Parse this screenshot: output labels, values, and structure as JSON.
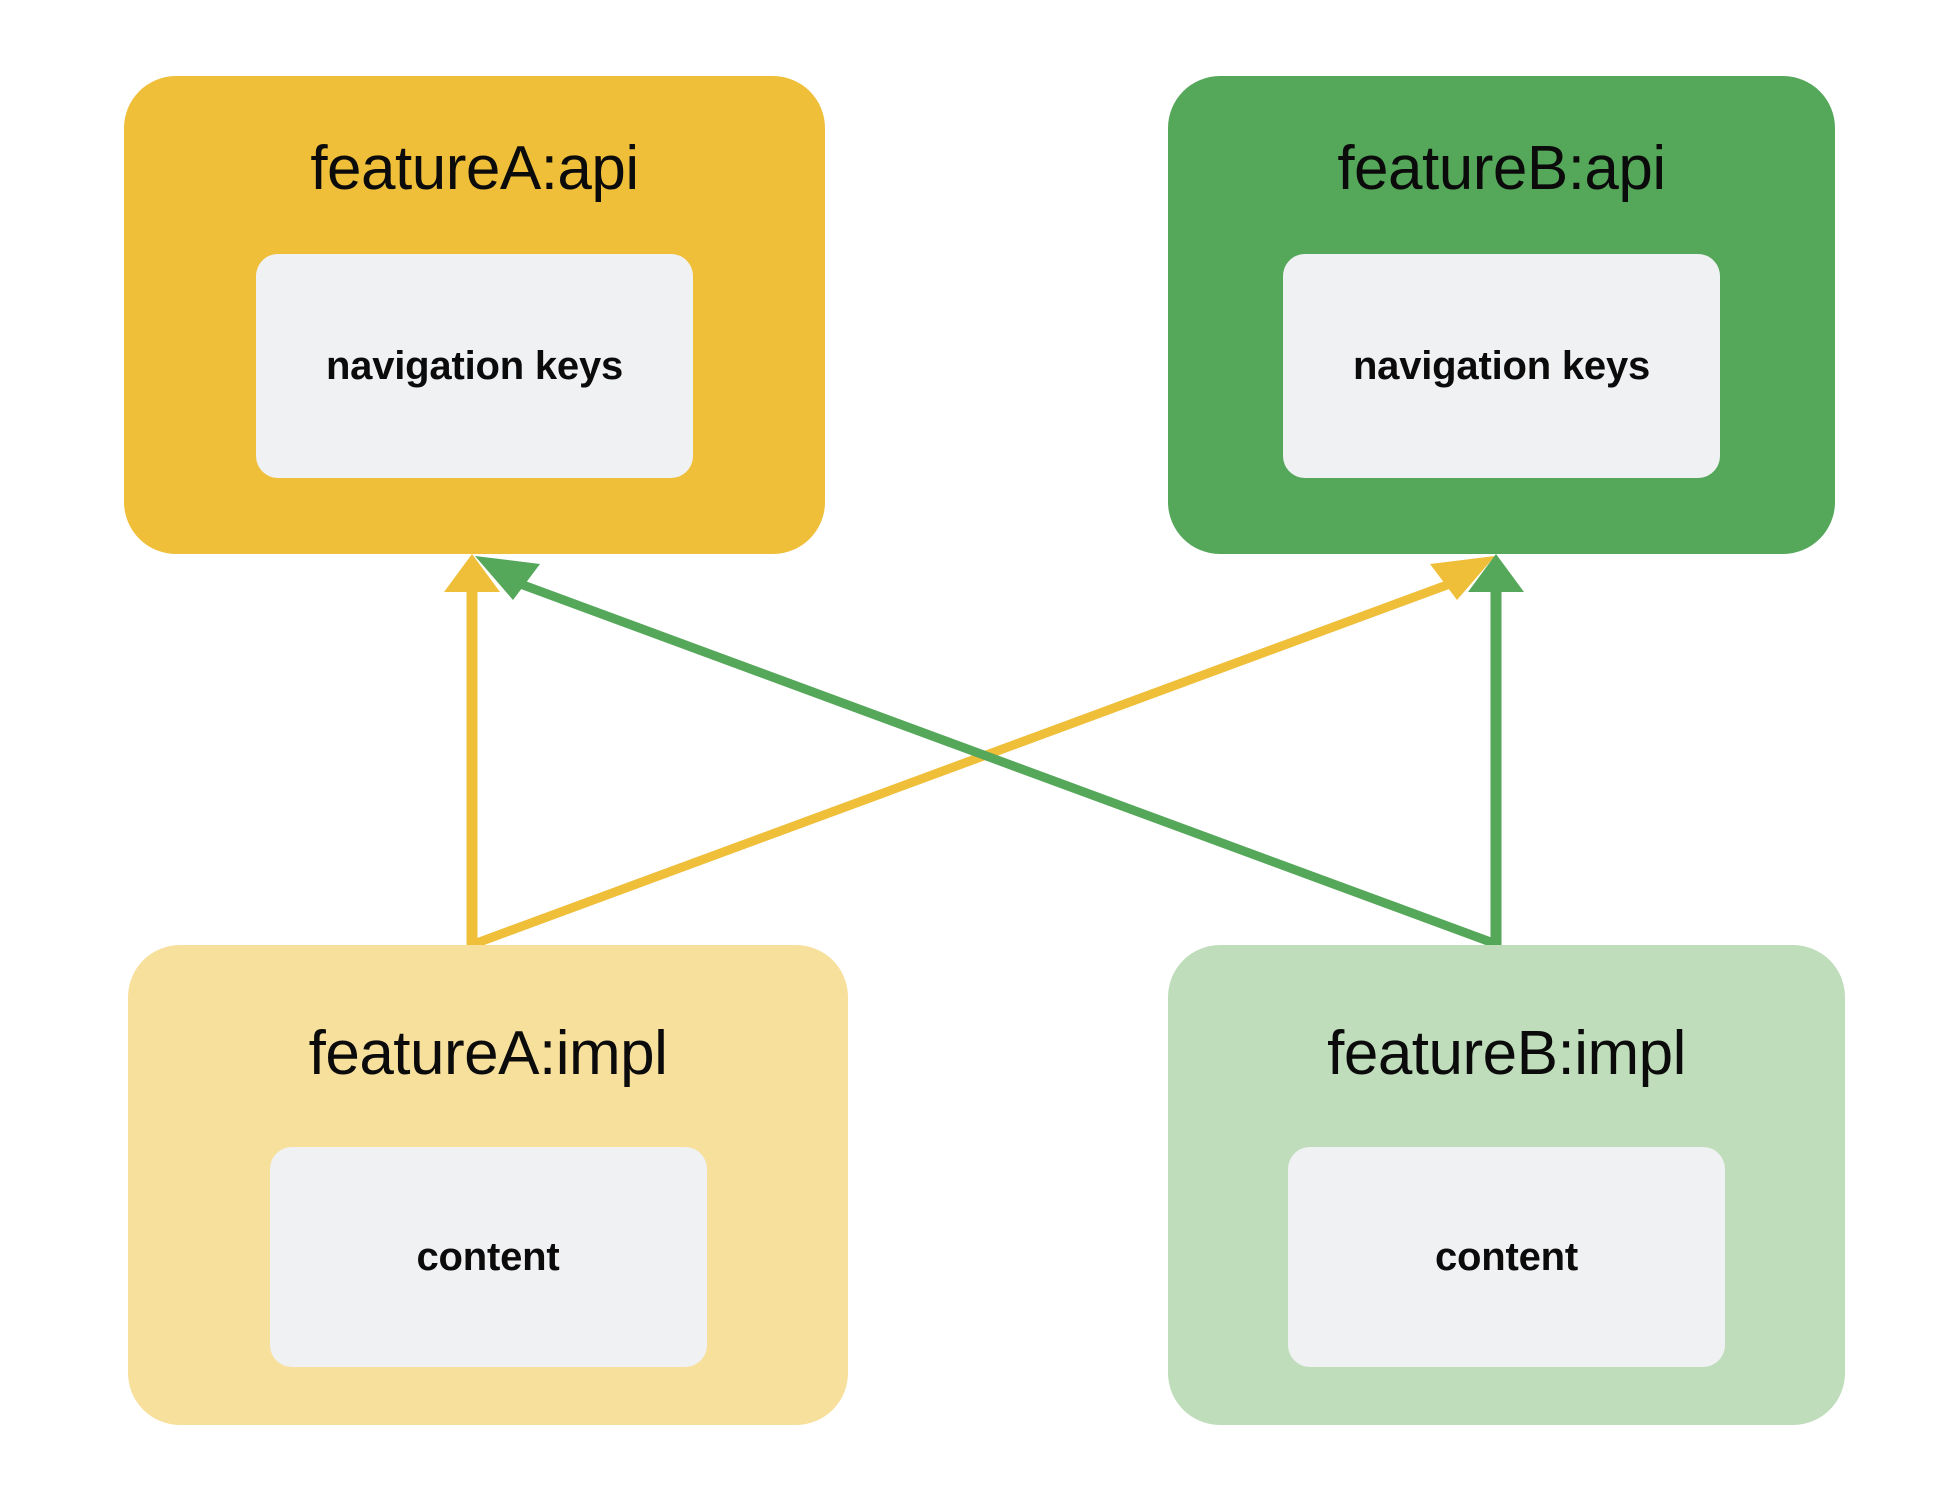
{
  "diagram": {
    "title": "Feature module api/impl dependency diagram",
    "background": "#ffffff",
    "colors": {
      "api_a": "#EFBF3A",
      "api_b": "#55A75A",
      "impl_a": "#F7DF9C",
      "impl_b": "#BFDDBB",
      "inner": "#F0F1F3",
      "text": "#0b0b0b",
      "arrow_yellow": "#EFBF3A",
      "arrow_green": "#55A75A"
    }
  },
  "modules": {
    "featureA_api": {
      "title": "featureA:api",
      "inner_label": "navigation keys",
      "color": "#EFBF3A"
    },
    "featureB_api": {
      "title": "featureB:api",
      "inner_label": "navigation keys",
      "color": "#55A75A"
    },
    "featureA_impl": {
      "title": "featureA:impl",
      "inner_label": "content",
      "color": "#F7DF9C"
    },
    "featureB_impl": {
      "title": "featureB:impl",
      "inner_label": "content",
      "color": "#BFDDBB"
    }
  },
  "arrows": [
    {
      "name": "featureA-impl-to-featureA-api",
      "from": "featureA:impl",
      "to": "featureA:api",
      "color": "#EFBF3A",
      "style": "vertical"
    },
    {
      "name": "featureA-impl-to-featureB-api",
      "from": "featureA:impl",
      "to": "featureB:api",
      "color": "#EFBF3A",
      "style": "diagonal"
    },
    {
      "name": "featureB-impl-to-featureB-api",
      "from": "featureB:impl",
      "to": "featureB:api",
      "color": "#55A75A",
      "style": "vertical"
    },
    {
      "name": "featureB-impl-to-featureA-api",
      "from": "featureB:impl",
      "to": "featureA:api",
      "color": "#55A75A",
      "style": "diagonal"
    }
  ]
}
